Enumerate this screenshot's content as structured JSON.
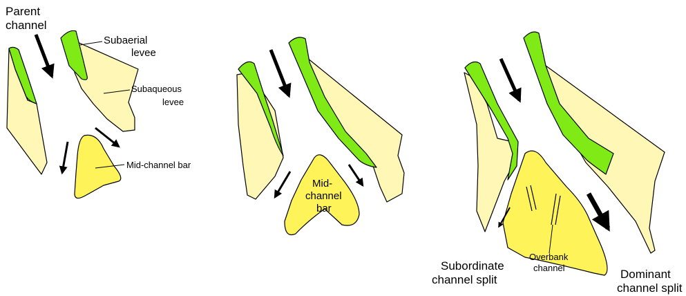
{
  "colors": {
    "subaqueous_levee": "#fff7b6",
    "subaerial_levee": "#7fea16",
    "mid_channel_bar": "#fff35a",
    "outline": "#000000",
    "arrow": "#000000"
  },
  "labels": {
    "parent_channel_1": "Parent",
    "parent_channel_2": "channel",
    "subaerial_1": "Subaerial",
    "subaerial_2": "levee",
    "subaqueous_1": "Subaqueous",
    "subaqueous_2": "levee",
    "mid_channel_bar_1": "Mid-channel bar",
    "mid_channel_bar_2a": "Mid-",
    "mid_channel_bar_2b": "channel",
    "mid_channel_bar_2c": "bar",
    "overbank_1": "Overbank",
    "overbank_2": "channel",
    "subordinate_1": "Subordinate",
    "subordinate_2": "channel split",
    "dominant_1": "Dominant",
    "dominant_2": "channel split"
  }
}
